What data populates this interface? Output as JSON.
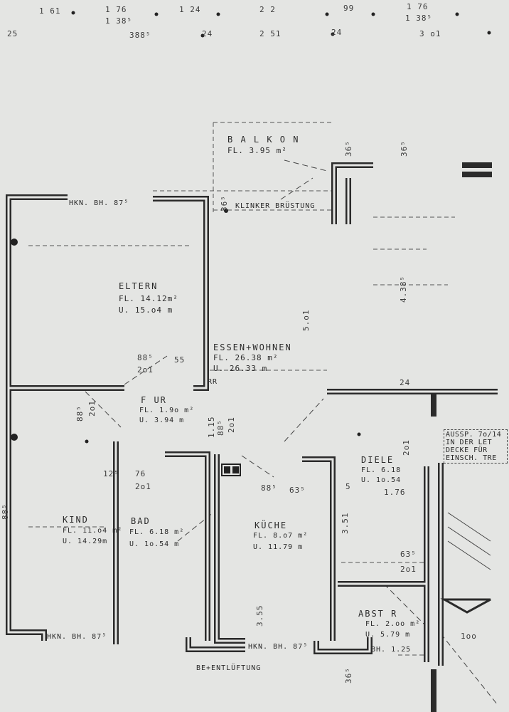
{
  "top_dimensions": [
    "1 61",
    "1 76",
    "1 38⁵",
    "388⁵",
    "1 24",
    "24",
    "2 2",
    "2 51",
    "99",
    "24",
    "1 76",
    "1 38⁵",
    "3 o1",
    "25"
  ],
  "rooms": {
    "balkon": {
      "name": "B A L K O N",
      "area": "FL. 3.95 m²"
    },
    "eltern": {
      "name": "ELTERN",
      "area": "FL. 14.12m²",
      "perimeter": "U. 15.o4 m"
    },
    "essen": {
      "name": "ESSEN+WOHNEN",
      "area": "FL. 26.38 m²",
      "perimeter": "U. 26.33 m"
    },
    "flur": {
      "name": "F UR",
      "area": "FL. 1.9o m²",
      "perimeter": "U. 3.94 m"
    },
    "kind": {
      "name": "KIND",
      "area": "FL. 11.o4 m²",
      "perimeter": "U. 14.29m"
    },
    "bad": {
      "name": "BAD",
      "area": "FL. 6.18 m²",
      "perimeter": "U. 1o.54 m"
    },
    "kueche": {
      "name": "KÜCHE",
      "area": "FL. 8.o7 m²",
      "perimeter": "U. 11.79 m"
    },
    "diele": {
      "name": "DIELE",
      "area": "FL. 6.18",
      "perimeter": "U. 1o.54"
    },
    "abstr": {
      "name": "ABST R",
      "area": "FL. 2.oo m²",
      "perimeter": "U. 5.79 m"
    }
  },
  "annotations": {
    "hkn_top": "HKN. BH. 87⁵",
    "klinker": "KLINKER BRÜSTUNG",
    "hkn_kind": "HKN. BH. 87⁵",
    "hkn_kueche": "HKN. BH. 87⁵",
    "bh_abstr": "BH. 1.25",
    "lueftung": "BE+ENTLÜFTUNG",
    "rr": "RR",
    "note_lines": [
      "AUSSP. 7o/14",
      "IN DER LET",
      "DECKE FÜR",
      "EINSCH. TRE"
    ]
  },
  "dimensions": {
    "d365a": "36⁵",
    "d365b": "36⁵",
    "d365c": "36⁵",
    "d4385": "4.38⁵",
    "d501": "5.o1",
    "d885a": "88⁵",
    "d201a": "2o1",
    "d55": "55",
    "d24": "24",
    "d885b": "88⁵",
    "d201b": "2o1",
    "d885c": "88⁵",
    "d201c": "2o1",
    "d115": "1.15",
    "d76": "76",
    "d201d": "2o1",
    "d125": "12⁵",
    "d885k": "88⁵",
    "d885d": "88⁵",
    "d635a": "63⁵",
    "d351": "3.51",
    "d5": "5",
    "d176": "1.76",
    "d635b": "63⁵",
    "d201e": "2o1",
    "d365d": "36⁵",
    "d201f": "2o1",
    "d355": "3.55",
    "d100": "1oo"
  }
}
